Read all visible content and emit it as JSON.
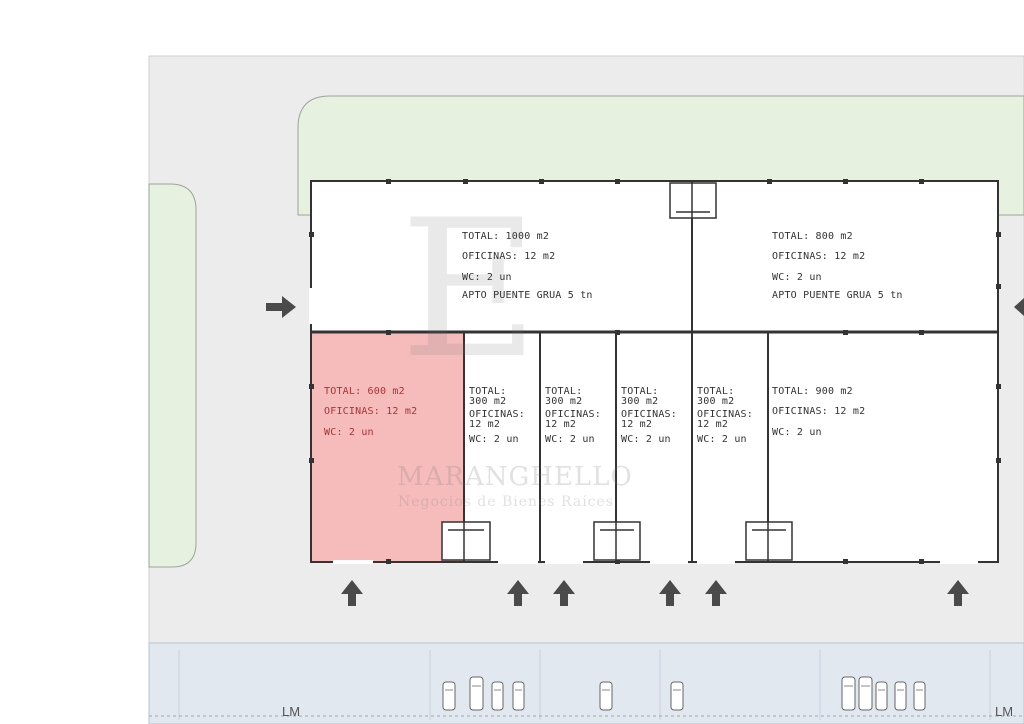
{
  "watermark": {
    "letter": "E",
    "name": "MARANGHELLO",
    "tagline": "Negocios de Bienes Raíces"
  },
  "units": {
    "top_left": {
      "total": "TOTAL: 1000 m2",
      "oficinas": "OFICINAS: 12 m2",
      "wc": "WC: 2 un",
      "extra": "APTO PUENTE GRUA 5 tn"
    },
    "top_right": {
      "total": "TOTAL: 800 m2",
      "oficinas": "OFICINAS: 12 m2",
      "wc": "WC: 2 un",
      "extra": "APTO PUENTE GRUA 5 tn"
    },
    "bottom_600": {
      "total": "TOTAL: 600 m2",
      "oficinas": "OFICINAS: 12 m2",
      "wc": "WC: 2 un",
      "highlight_color": "#f5b5b5"
    },
    "bottom_300_a": {
      "total": "TOTAL:\n300 m2",
      "oficinas": "OFICINAS:\n12 m2",
      "wc": "WC: 2 un"
    },
    "bottom_300_b": {
      "total": "TOTAL:\n300 m2",
      "oficinas": "OFICINAS:\n12 m2",
      "wc": "WC: 2 un"
    },
    "bottom_300_c": {
      "total": "TOTAL:\n300 m2",
      "oficinas": "OFICINAS:\n12 m2",
      "wc": "WC: 2 un"
    },
    "bottom_300_d": {
      "total": "TOTAL:\n300 m2",
      "oficinas": "OFICINAS:\n12 m2",
      "wc": "WC: 2 un"
    },
    "bottom_900": {
      "total": "TOTAL: 900 m2",
      "oficinas": "OFICINAS: 12 m2",
      "wc": "WC: 2 un"
    }
  },
  "property_line_labels": [
    "LM",
    "LM"
  ],
  "colors": {
    "lot_gray": "#ececec",
    "green_area": "#e6f1e0",
    "parking_blue": "#e2e8f0",
    "wall": "#333333",
    "arrow": "#4a4a4a"
  }
}
